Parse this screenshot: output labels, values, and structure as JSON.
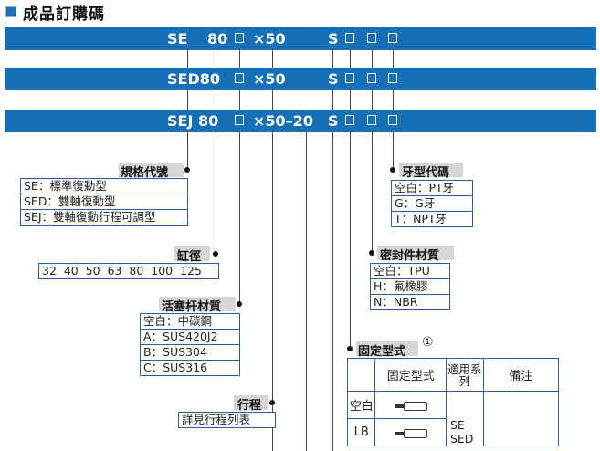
{
  "page": {
    "title": "成品訂購碼"
  },
  "codes": {
    "se": {
      "part1": "SE",
      "part2": "80",
      "part3": "×50",
      "s": "S"
    },
    "sed": {
      "part1": "SED80",
      "part3": "×50",
      "s": "S"
    },
    "sej": {
      "part1": "SEJ 80",
      "part3": "×50–20",
      "s": "S"
    }
  },
  "spec": {
    "title": "規格代號",
    "rows": [
      "SE：標準復動型",
      "SED：雙軸復動型",
      "SEJ：雙軸復動行程可調型"
    ]
  },
  "bore": {
    "title": "缸徑",
    "values": "32  40  50  63  80  100  125"
  },
  "rod_material": {
    "title": "活塞杆材質",
    "rows": [
      "空白：中碳鋼",
      "A：SUS420J2",
      "B：SUS304",
      "C：SUS316"
    ]
  },
  "stroke": {
    "title": "行程",
    "note": "詳見行程列表"
  },
  "thread": {
    "title": "牙型代碼",
    "rows": [
      "空白：PT牙",
      "G：G牙",
      "T：NPT牙"
    ]
  },
  "seal": {
    "title": "密封件材質",
    "rows": [
      "空白：TPU",
      "H：氟橡膠",
      "N：NBR"
    ]
  },
  "mount": {
    "title": "固定型式",
    "circle_num": "①",
    "headers": [
      "固定型式",
      "適用系列",
      "備注"
    ],
    "rows": [
      {
        "code": "空白",
        "series": ""
      },
      {
        "code": "LB",
        "series": "SE SED"
      }
    ]
  },
  "colors": {
    "band": "#1670b8",
    "border": "#2a5fa8"
  }
}
